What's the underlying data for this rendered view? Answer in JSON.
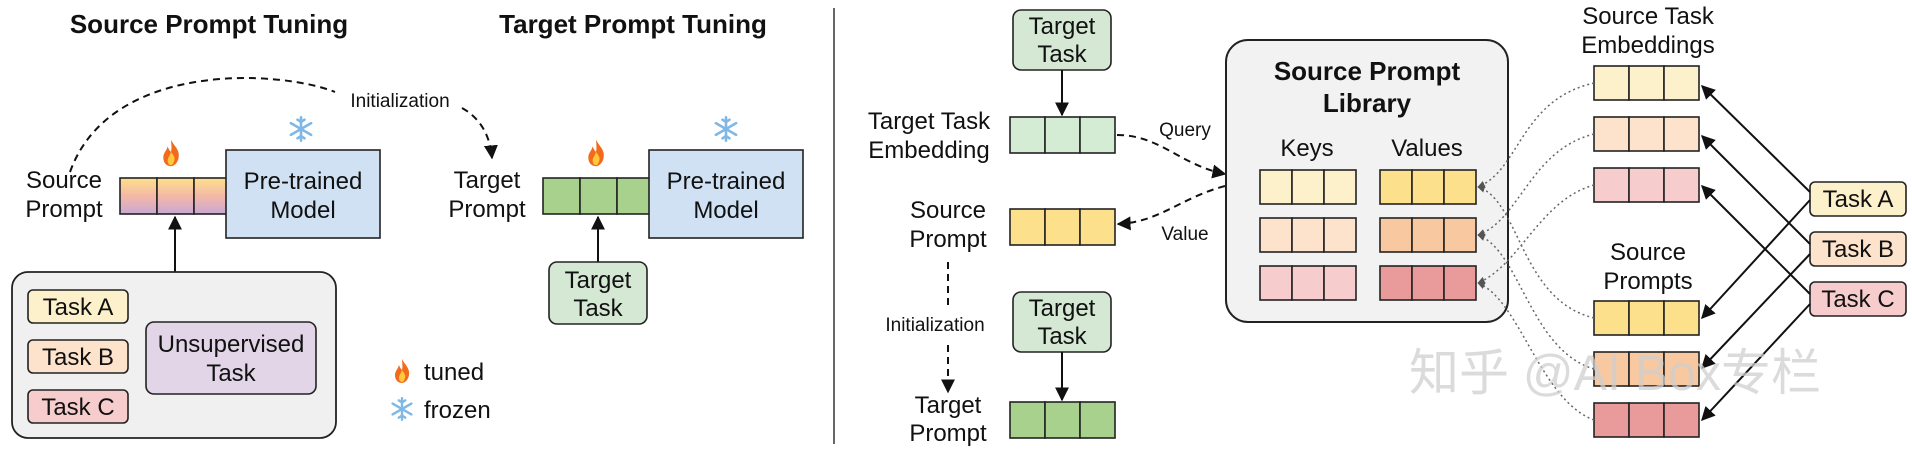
{
  "left": {
    "title_source_tuning": "Source Prompt Tuning",
    "title_target_tuning": "Target Prompt Tuning",
    "initialization": "Initialization",
    "source_prompt": [
      "Source",
      "Prompt"
    ],
    "target_prompt": [
      "Target",
      "Prompt"
    ],
    "pretrained_model": [
      "Pre-trained",
      "Model"
    ],
    "target_task": [
      "Target",
      "Task"
    ],
    "tasks": [
      "Task A",
      "Task B",
      "Task C"
    ],
    "unsupervised_task": [
      "Unsupervised",
      "Task"
    ],
    "legend": {
      "tuned": "tuned",
      "frozen": "frozen"
    }
  },
  "right": {
    "target_task_top": [
      "Target",
      "Task"
    ],
    "target_task_embedding": [
      "Target Task",
      "Embedding"
    ],
    "source_prompt": [
      "Source",
      "Prompt"
    ],
    "initialization": "Initialization",
    "target_task_mid": [
      "Target",
      "Task"
    ],
    "target_prompt": [
      "Target",
      "Prompt"
    ],
    "query": "Query",
    "value": "Value",
    "library_title": [
      "Source Prompt",
      "Library"
    ],
    "keys": "Keys",
    "values": "Values",
    "source_task_embeddings": [
      "Source Task",
      "Embeddings"
    ],
    "source_prompts": [
      "Source",
      "Prompts"
    ],
    "tasks": [
      "Task A",
      "Task B",
      "Task C"
    ]
  },
  "watermark": "知乎 @AI Box专栏",
  "colors": {
    "task_a": "#fdf1cc",
    "task_b": "#fde3cc",
    "task_c": "#f6cccc",
    "target_green": "#d5e8d4",
    "prompt_green": "#a9d18e",
    "model_blue": "#cfe1f3",
    "unsupervised_purple": "#e1d5e7",
    "library_bg": "#f2f2f2",
    "frame_bg": "#f0f0f0",
    "prompt_yellow": "#fde08b",
    "prompt_orange": "#f8c8a0",
    "prompt_red": "#e99a9a",
    "emb_green": "#d5ecd4"
  },
  "icons": {
    "tuned": "fire-icon",
    "frozen": "snowflake-icon"
  }
}
